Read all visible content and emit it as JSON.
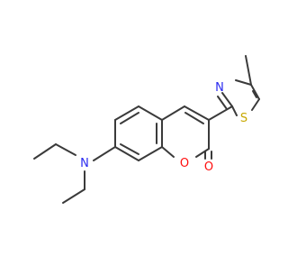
{
  "molecule": {
    "atoms": {
      "N_amine": "N",
      "O_ring": "O",
      "O_carbonyl": "O",
      "N_thiazole": "N",
      "S_thiazole": "S"
    },
    "colors": {
      "bond": "#3a3a3a",
      "nitrogen": "#2a2af0",
      "oxygen": "#ff0d0d",
      "sulfur": "#c8a800",
      "background": "#ffffff"
    }
  }
}
